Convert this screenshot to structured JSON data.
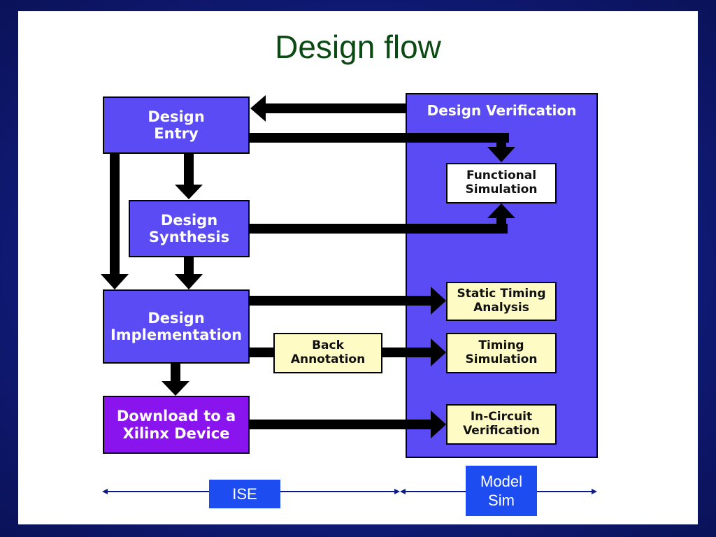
{
  "title": "Design flow",
  "boxes": {
    "design_entry": "Design\nEntry",
    "design_synthesis": "Design\nSynthesis",
    "design_implementation": "Design\nImplementation",
    "download": "Download to a\nXilinx Device",
    "back_annotation": "Back\nAnnotation"
  },
  "verification": {
    "title": "Design Verification",
    "functional_simulation": "Functional\nSimulation",
    "static_timing": "Static Timing\nAnalysis",
    "timing_simulation": "Timing\nSimulation",
    "in_circuit": "In-Circuit\nVerification"
  },
  "tools": {
    "ise": "ISE",
    "modelsim": "Model\nSim"
  },
  "colors": {
    "background": "#111c7c",
    "flow_box": "#5a4bf5",
    "download_box": "#8a14ee",
    "verify_box": "#fffbc4",
    "title": "#0b4a12",
    "tool_label": "#1d4df0"
  }
}
